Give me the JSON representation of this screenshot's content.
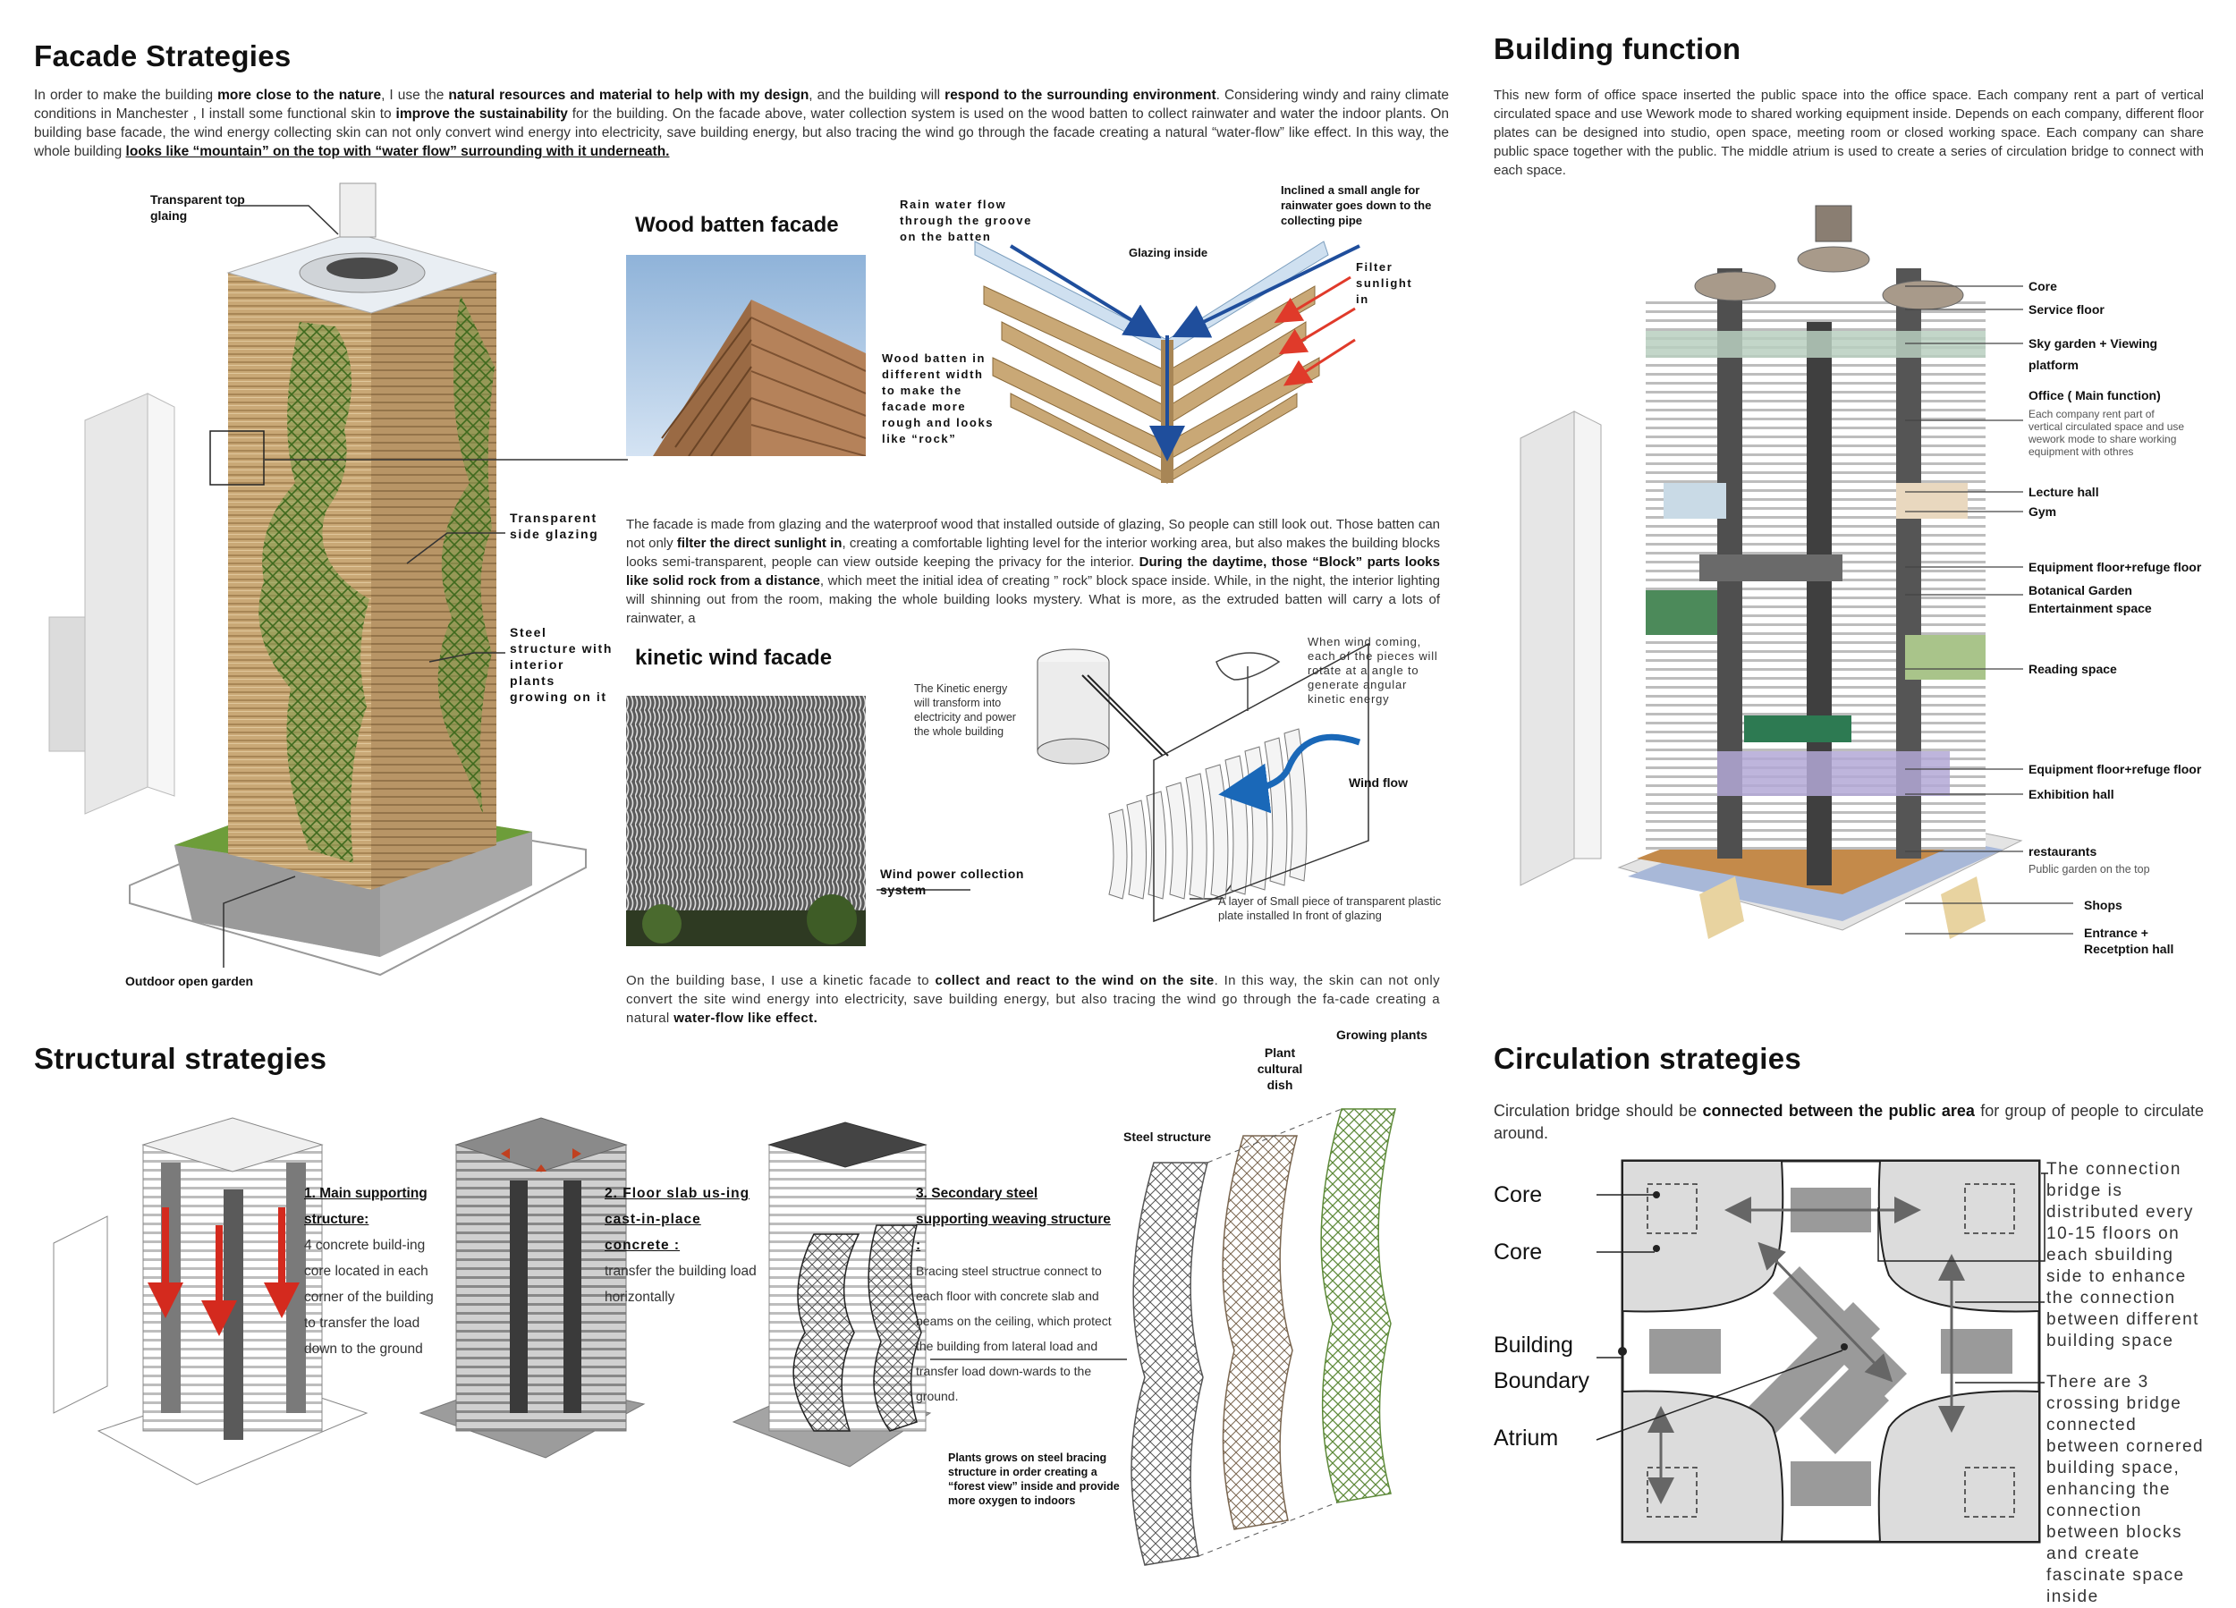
{
  "facade": {
    "title": "Facade Strategies",
    "intro": [
      {
        "t": "In order to make the building "
      },
      {
        "b": "more close to the nature"
      },
      {
        "t": ", I use the "
      },
      {
        "b": "natural resources and material to help with my design"
      },
      {
        "t": ", and the building will "
      },
      {
        "b": "respond to the surrounding environment"
      },
      {
        "t": ". Considering windy and rainy climate conditions in Manchester , I install some functional skin to "
      },
      {
        "b": "improve the sustainability"
      },
      {
        "t": " for the building. On the facade above, water collection system is used on the wood batten to collect rainwater and water the indoor plants. On building base facade, the wind energy collecting skin can not only convert wind energy into electricity, save building energy, but also tracing the wind go through the facade creating a natural “water-flow” like effect. In this way, the whole building "
      },
      {
        "bu": "looks like “mountain” on the top with “water flow” surrounding with it underneath."
      }
    ],
    "labels": {
      "top_glazing": "Transparent top glaing",
      "side_glazing": "Transparent side glazing",
      "steel": "Steel structure with interior plants growing on it",
      "garden": "Outdoor open garden"
    },
    "wood": {
      "title": "Wood batten facade",
      "rain": "Rain water flow through the groove on the batten",
      "incline": "Inclined a small angle for rainwater goes down to the collecting pipe",
      "glazing": "Glazing inside",
      "filter": "Filter sunlight in",
      "batten": "Wood batten in different width to make the facade more rough and looks like “rock”",
      "desc": [
        {
          "t": "The facade is made from glazing and the waterproof wood that installed outside of glazing, So people can still look out. Those batten can not only "
        },
        {
          "b": "filter the direct sunlight in"
        },
        {
          "t": ", creating a comfortable lighting level for the interior working area, but also makes the building blocks looks semi-transparent, people can view outside keeping the privacy for the interior. "
        },
        {
          "b": "During the daytime, those “Block” parts looks like solid rock from a distance"
        },
        {
          "t": ", which meet the initial idea of creating ” rock” block space inside. While, in the night, the interior lighting will shinning out from the room, making the whole building looks mystery. What is more, as the extruded batten will carry a lots of rainwater, a"
        }
      ]
    },
    "kinetic": {
      "title": "kinetic wind facade",
      "energy": "The Kinetic energy will transform into electricity and power the whole building",
      "wind_coming": "When wind coming, each of the pieces will rotate at a angle to generate angular kinetic energy",
      "wind_flow": "Wind flow",
      "collection": "Wind power collection system",
      "layer": "A layer of Small piece of transparent plastic plate installed In front of glazing",
      "desc": [
        {
          "t": "On the building base, I use a kinetic facade to "
        },
        {
          "b": "collect and react to the wind on the site"
        },
        {
          "t": ". In this way, the skin can not only convert the site wind energy into electricity, save building energy, but also tracing the wind go through the fa-cade creating a natural "
        },
        {
          "b": "water-flow like effect."
        }
      ]
    }
  },
  "structural": {
    "title": "Structural strategies",
    "s1_title": "1. Main supporting structure:",
    "s1_body": "4 concrete build-ing core located in each corner of the building to transfer the load down to the ground",
    "s2_title": "2. Floor slab us-ing cast-in-place concrete :",
    "s2_body": "transfer the building load horizontally",
    "s3_title": "3. Secondary steel supporting weaving structure :",
    "s3_body": "Bracing steel structrue connect to each floor with concrete slab and beams on the ceiling, which protect the building from lateral load and transfer load down-wards to the ground.",
    "plants_note": "Plants grows on steel bracing structure in order creating a “forest view” inside and provide more oxygen to indoors",
    "steel": "Steel structure",
    "cultural": "Plant cultural dish",
    "growing": "Growing plants"
  },
  "function": {
    "title": "Building function",
    "intro": "This new form of office space inserted the public space into the office space. Each company rent a part of vertical circulated space and use Wework mode to shared working equipment inside. Depends on each company, different floor plates can be designed into studio, open space, meeting room or closed  working space. Each company can share public space together with the public. The middle atrium is used to create a series of circulation bridge to connect with each space.",
    "labels": [
      {
        "name": "Core"
      },
      {
        "name": "Service floor"
      },
      {
        "name": "Sky garden + Viewing platform"
      },
      {
        "name": "Office ( Main function)",
        "sub": "Each company rent part of vertical  circulated space and use wework mode to share working equipment with othres"
      },
      {
        "name": "Lecture hall"
      },
      {
        "name": "Gym"
      },
      {
        "name": "Equipment floor+refuge floor"
      },
      {
        "name": "Botanical Garden Entertainment space"
      },
      {
        "name": "Reading space"
      },
      {
        "name": "Equipment floor+refuge floor"
      },
      {
        "name": "Exhibition hall"
      },
      {
        "name": "restaurants",
        "sub": "Public garden on the top"
      },
      {
        "name": "Shops"
      },
      {
        "name": "Entrance + Recetption hall"
      }
    ]
  },
  "circulation": {
    "title": "Circulation strategies",
    "intro_pre": "Circulation bridge should be ",
    "intro_bold": "connected between the public area",
    "intro_post": " for group of people to circulate around.",
    "core1": "Core",
    "core2": "Core",
    "boundary": "Building Boundary",
    "atrium": "Atrium",
    "note1": "The connection bridge is distributed every 10-15 floors on each sbuilding side to enhance the connection between different building space",
    "note2": "There are 3 crossing bridge connected between cornered building space, enhancing the connection between blocks and create fascinate space inside"
  }
}
